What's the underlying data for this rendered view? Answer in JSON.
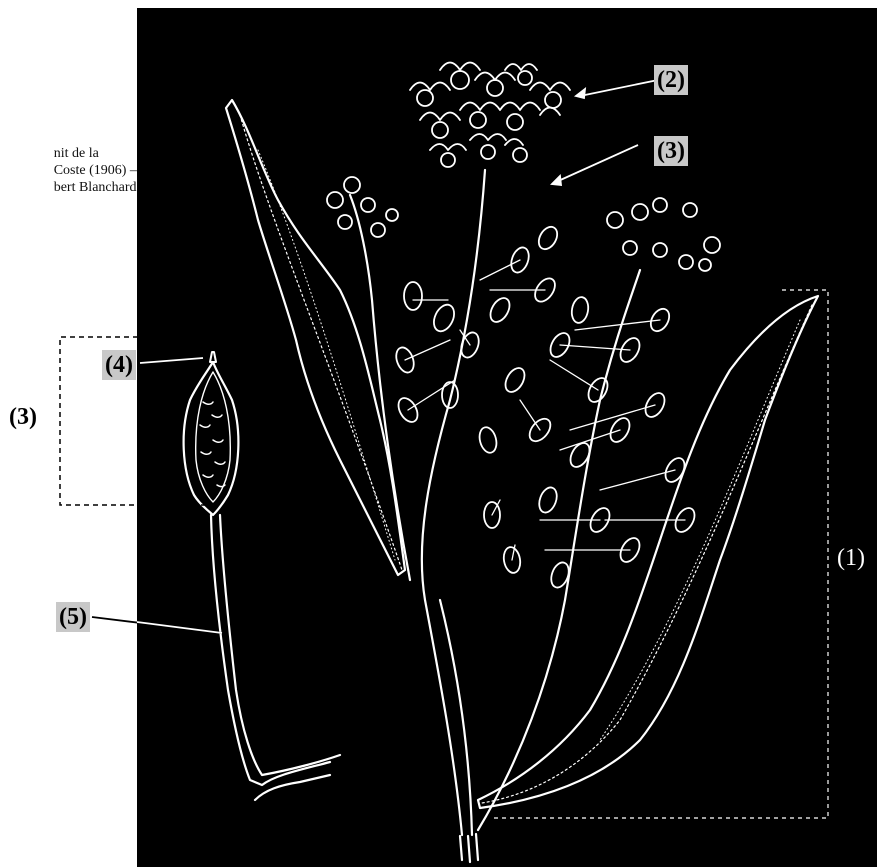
{
  "caption": {
    "line1": "nit de la",
    "line2": "Coste (1906) –",
    "line3": "bert Blanchard,"
  },
  "labels": {
    "flowers": "(2)",
    "fruit": "(3)",
    "fruit_detail": "(3)",
    "beak": "(4)",
    "pedicel": "(5)",
    "leaf": "(1)"
  },
  "colors": {
    "background_panel": "#000000",
    "line_art": "#ffffff",
    "label_highlight": "#c8c8c8"
  }
}
